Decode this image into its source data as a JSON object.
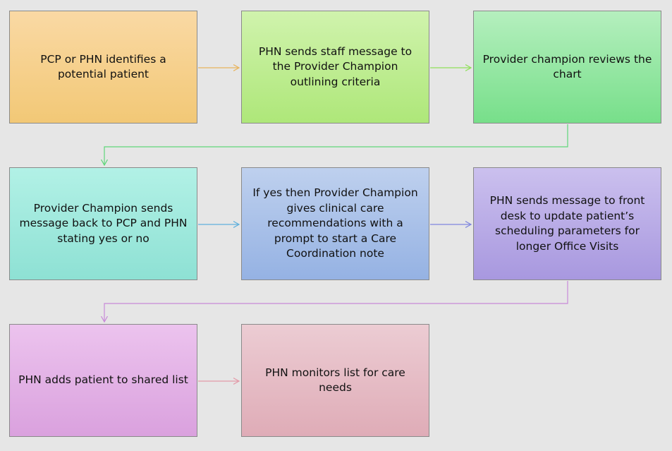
{
  "diagram": {
    "steps": [
      {
        "id": 1,
        "text": "PCP or PHN identifies a potential patient",
        "color": "#f2c876"
      },
      {
        "id": 2,
        "text": "PHN sends staff message to the Provider Champion outlining criteria",
        "color": "#aee779"
      },
      {
        "id": 3,
        "text": "Provider champion reviews the chart",
        "color": "#77df8a"
      },
      {
        "id": 4,
        "text": "Provider Champion sends message back to PCP and PHN stating yes or no",
        "color": "#8ee1d4"
      },
      {
        "id": 5,
        "text": "If yes then Provider Champion gives clinical care recommendations with a prompt to start a Care Coordination note",
        "color": "#95b2e3"
      },
      {
        "id": 6,
        "text": "PHN sends message to front desk to update patient’s scheduling parameters for longer Office Visits",
        "color": "#a898df"
      },
      {
        "id": 7,
        "text": "PHN adds patient to shared list",
        "color": "#daa1de"
      },
      {
        "id": 8,
        "text": "PHN monitors list for care needs",
        "color": "#dfacb7"
      }
    ],
    "connector_colors": {
      "step1_to_step2": "#e8b45c",
      "step2_to_step3": "#8fe05a",
      "step3_to_step4": "#5fd67a",
      "step4_to_step5": "#5fb0dc",
      "step5_to_step6": "#7f86de",
      "step6_to_step7": "#c889d8",
      "step7_to_step8": "#e39aa8"
    }
  }
}
